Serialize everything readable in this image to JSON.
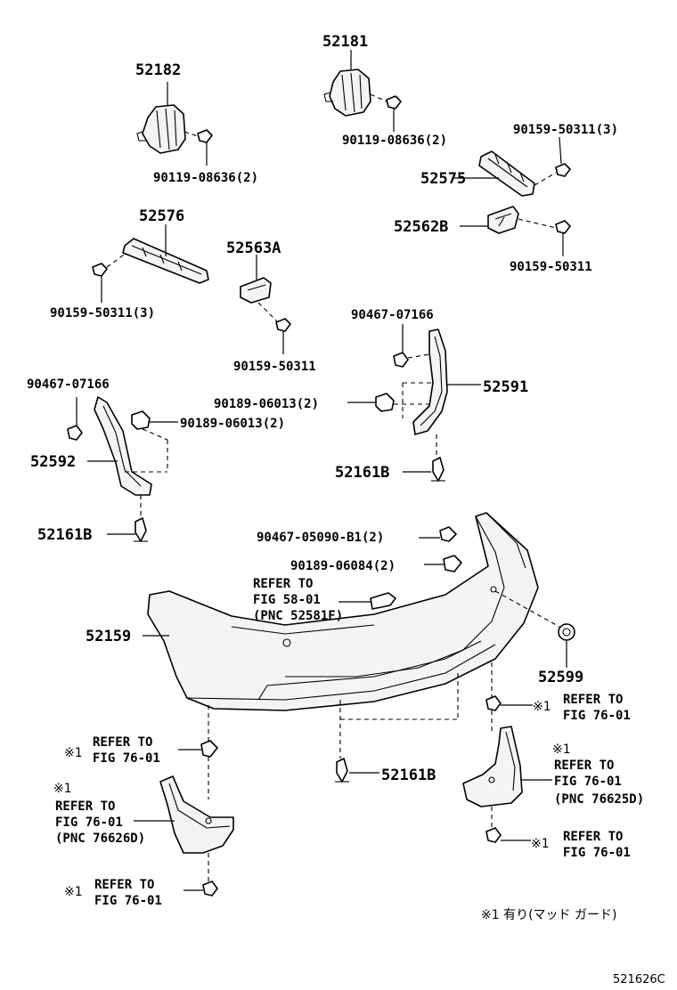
{
  "labels": {
    "p52182": "52182",
    "p90119_a": "90119-08636(2)",
    "p52181": "52181",
    "p90119_b": "90119-08636(2)",
    "p90159_3a": "90159-50311(3)",
    "p52575": "52575",
    "p52562B": "52562B",
    "p90159_a": "90159-50311",
    "p52576": "52576",
    "p90159_3b": "90159-50311(3)",
    "p52563A": "52563A",
    "p90159_b": "90159-50311",
    "p90467_a": "90467-07166",
    "p90467_b": "90467-07166",
    "p90189_a": "90189-06013(2)",
    "p90189_b": "90189-06013(2)",
    "p52591": "52591",
    "p52592": "52592",
    "p52161B_a": "52161B",
    "p52161B_b": "52161B",
    "p52161B_c": "52161B",
    "p90467_c": "90467-05090-B1(2)",
    "p90189_c": "90189-06084(2)",
    "ref58_1": "REFER TO",
    "ref58_2": "FIG 58-01",
    "ref58_3": "(PNC 52581F)",
    "p52159": "52159",
    "p52599": "52599",
    "mark": "※1",
    "refer_to": "REFER TO",
    "fig7601": "FIG 76-01",
    "pnc76625": "(PNC 76625D)",
    "pnc76626": "(PNC 76626D)",
    "footnote": "※1 有り(マッド ガード)",
    "diagram_code": "521626C"
  }
}
